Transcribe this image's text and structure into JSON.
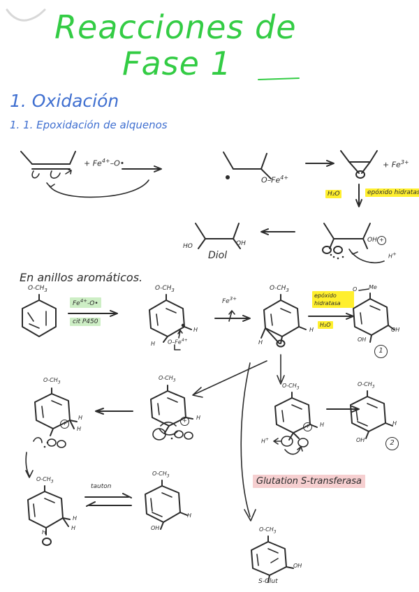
{
  "page": {
    "background_color": "#ffffff",
    "ink_color": "#2b2b2b",
    "title_color": "#33cc44",
    "heading_color": "#3f6fd0",
    "highlight_yellow": "#ffef2e",
    "highlight_green": "#cdeec5",
    "highlight_pink": "#f6cfd0"
  },
  "title": {
    "line1": "Reacciones de",
    "line2": "Fase 1"
  },
  "headings": {
    "section1": "1. Oxidación",
    "section1_1": "1. 1. Epoxidación de alquenos",
    "aromatic": "En anillos aromáticos."
  },
  "scheme_alkene": {
    "reagent": "+ Fe",
    "reagent_charge": "4+",
    "reagent_tail": "–O•",
    "intermediate_label": "O–Fe",
    "intermediate_charge": "4+",
    "byproduct": "+ Fe",
    "byproduct_charge": "3+",
    "enzyme": "epóxido hidratasa",
    "water": "H₂O",
    "product_name": "Diol",
    "diol_left": "HO",
    "diol_right": "OH",
    "proton": "H",
    "proton_sup": "+"
  },
  "scheme_aromatic": {
    "substituent": "O-CH",
    "substituent_sub": "3",
    "reagent_top": "Fe",
    "reagent_top_charge": "4+",
    "reagent_top_tail": "-O•",
    "reagent_bottom": "cit P450",
    "radical_h_right": "H",
    "radical_h_left": "H",
    "radical_o_fe": "O–Fe",
    "radical_o_fe_charge": "4+",
    "fe3": "Fe",
    "fe3_charge": "3+",
    "oxide_h_right": "H",
    "oxide_h_left": "H",
    "hydratase": "epóxido hidratasa",
    "water": "H₂O",
    "product1_sub": "O",
    "product1_me": "Me",
    "product1_oh_right": "OH",
    "product1_oh_bottom": "OH",
    "product1_number": "1"
  },
  "scheme_carbocation": {
    "substituent": "O-CH",
    "substituent_sub": "3",
    "h_label": "H",
    "h_label2": "H",
    "o_minus": "O",
    "h_plus": "H",
    "h_plus_sup": "+",
    "product2_oh": "OH",
    "product2_h": "H",
    "product2_number": "2"
  },
  "scheme_tautomer": {
    "substituent": "O-CH",
    "substituent_sub": "3",
    "label": "tauton",
    "keto_o": "O",
    "keto_h1": "H",
    "keto_h2": "H",
    "enol_oh": "OH",
    "enol_h": "H"
  },
  "scheme_glutathione": {
    "enzyme": "Glutation S-transferasa",
    "substituent": "O-CH",
    "substituent_sub": "3",
    "oh": "OH",
    "s_glut": "S-Glut"
  }
}
